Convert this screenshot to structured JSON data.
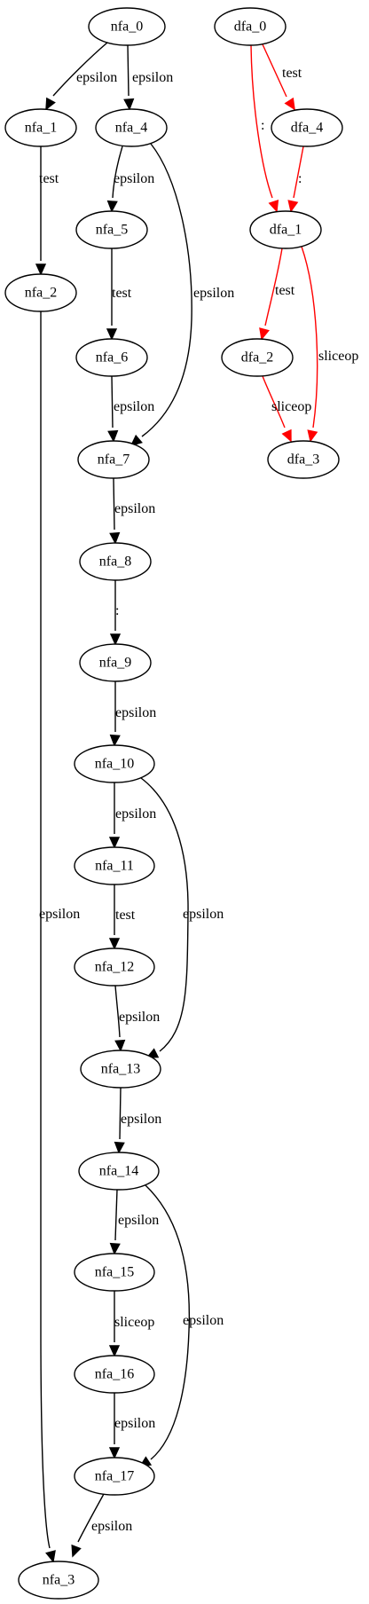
{
  "colors": {
    "nfa_edge": "#000000",
    "dfa_edge": "#ff0000",
    "node_stroke": "#000000",
    "node_fill": "#ffffff"
  },
  "nodes": [
    {
      "id": "nfa_0",
      "label": "nfa_0"
    },
    {
      "id": "nfa_1",
      "label": "nfa_1"
    },
    {
      "id": "nfa_4",
      "label": "nfa_4"
    },
    {
      "id": "nfa_2",
      "label": "nfa_2"
    },
    {
      "id": "nfa_5",
      "label": "nfa_5"
    },
    {
      "id": "nfa_6",
      "label": "nfa_6"
    },
    {
      "id": "nfa_7",
      "label": "nfa_7"
    },
    {
      "id": "nfa_8",
      "label": "nfa_8"
    },
    {
      "id": "nfa_9",
      "label": "nfa_9"
    },
    {
      "id": "nfa_10",
      "label": "nfa_10"
    },
    {
      "id": "nfa_11",
      "label": "nfa_11"
    },
    {
      "id": "nfa_12",
      "label": "nfa_12"
    },
    {
      "id": "nfa_13",
      "label": "nfa_13"
    },
    {
      "id": "nfa_14",
      "label": "nfa_14"
    },
    {
      "id": "nfa_15",
      "label": "nfa_15"
    },
    {
      "id": "nfa_16",
      "label": "nfa_16"
    },
    {
      "id": "nfa_17",
      "label": "nfa_17"
    },
    {
      "id": "nfa_3",
      "label": "nfa_3"
    },
    {
      "id": "dfa_0",
      "label": "dfa_0"
    },
    {
      "id": "dfa_4",
      "label": "dfa_4"
    },
    {
      "id": "dfa_1",
      "label": "dfa_1"
    },
    {
      "id": "dfa_2",
      "label": "dfa_2"
    },
    {
      "id": "dfa_3",
      "label": "dfa_3"
    }
  ],
  "edges": [
    {
      "id": "e-nfa_0-nfa_1",
      "from": "nfa_0",
      "to": "nfa_1",
      "label": "epsilon",
      "kind": "nfa"
    },
    {
      "id": "e-nfa_0-nfa_4",
      "from": "nfa_0",
      "to": "nfa_4",
      "label": "epsilon",
      "kind": "nfa"
    },
    {
      "id": "e-nfa_1-nfa_2",
      "from": "nfa_1",
      "to": "nfa_2",
      "label": "test",
      "kind": "nfa"
    },
    {
      "id": "e-nfa_2-nfa_3",
      "from": "nfa_2",
      "to": "nfa_3",
      "label": "epsilon",
      "kind": "nfa"
    },
    {
      "id": "e-nfa_4-nfa_5",
      "from": "nfa_4",
      "to": "nfa_5",
      "label": "epsilon",
      "kind": "nfa"
    },
    {
      "id": "e-nfa_4-nfa_7",
      "from": "nfa_4",
      "to": "nfa_7",
      "label": "epsilon",
      "kind": "nfa"
    },
    {
      "id": "e-nfa_5-nfa_6",
      "from": "nfa_5",
      "to": "nfa_6",
      "label": "test",
      "kind": "nfa"
    },
    {
      "id": "e-nfa_6-nfa_7",
      "from": "nfa_6",
      "to": "nfa_7",
      "label": "epsilon",
      "kind": "nfa"
    },
    {
      "id": "e-nfa_7-nfa_8",
      "from": "nfa_7",
      "to": "nfa_8",
      "label": "epsilon",
      "kind": "nfa"
    },
    {
      "id": "e-nfa_8-nfa_9",
      "from": "nfa_8",
      "to": "nfa_9",
      "label": ":",
      "kind": "nfa"
    },
    {
      "id": "e-nfa_9-nfa_10",
      "from": "nfa_9",
      "to": "nfa_10",
      "label": "epsilon",
      "kind": "nfa"
    },
    {
      "id": "e-nfa_10-nfa_11",
      "from": "nfa_10",
      "to": "nfa_11",
      "label": "epsilon",
      "kind": "nfa"
    },
    {
      "id": "e-nfa_10-nfa_13",
      "from": "nfa_10",
      "to": "nfa_13",
      "label": "epsilon",
      "kind": "nfa"
    },
    {
      "id": "e-nfa_11-nfa_12",
      "from": "nfa_11",
      "to": "nfa_12",
      "label": "test",
      "kind": "nfa"
    },
    {
      "id": "e-nfa_12-nfa_13",
      "from": "nfa_12",
      "to": "nfa_13",
      "label": "epsilon",
      "kind": "nfa"
    },
    {
      "id": "e-nfa_13-nfa_14",
      "from": "nfa_13",
      "to": "nfa_14",
      "label": "epsilon",
      "kind": "nfa"
    },
    {
      "id": "e-nfa_14-nfa_15",
      "from": "nfa_14",
      "to": "nfa_15",
      "label": "epsilon",
      "kind": "nfa"
    },
    {
      "id": "e-nfa_14-nfa_17",
      "from": "nfa_14",
      "to": "nfa_17",
      "label": "epsilon",
      "kind": "nfa"
    },
    {
      "id": "e-nfa_15-nfa_16",
      "from": "nfa_15",
      "to": "nfa_16",
      "label": "sliceop",
      "kind": "nfa"
    },
    {
      "id": "e-nfa_16-nfa_17",
      "from": "nfa_16",
      "to": "nfa_17",
      "label": "epsilon",
      "kind": "nfa"
    },
    {
      "id": "e-nfa_17-nfa_3",
      "from": "nfa_17",
      "to": "nfa_3",
      "label": "epsilon",
      "kind": "nfa"
    },
    {
      "id": "e-dfa_0-dfa_1",
      "from": "dfa_0",
      "to": "dfa_1",
      "label": ":",
      "kind": "dfa"
    },
    {
      "id": "e-dfa_0-dfa_4",
      "from": "dfa_0",
      "to": "dfa_4",
      "label": "test",
      "kind": "dfa"
    },
    {
      "id": "e-dfa_4-dfa_1",
      "from": "dfa_4",
      "to": "dfa_1",
      "label": ":",
      "kind": "dfa"
    },
    {
      "id": "e-dfa_1-dfa_2",
      "from": "dfa_1",
      "to": "dfa_2",
      "label": "test",
      "kind": "dfa"
    },
    {
      "id": "e-dfa_1-dfa_3",
      "from": "dfa_1",
      "to": "dfa_3",
      "label": "sliceop",
      "kind": "dfa"
    },
    {
      "id": "e-dfa_2-dfa_3",
      "from": "dfa_2",
      "to": "dfa_3",
      "label": "sliceop",
      "kind": "dfa"
    }
  ]
}
